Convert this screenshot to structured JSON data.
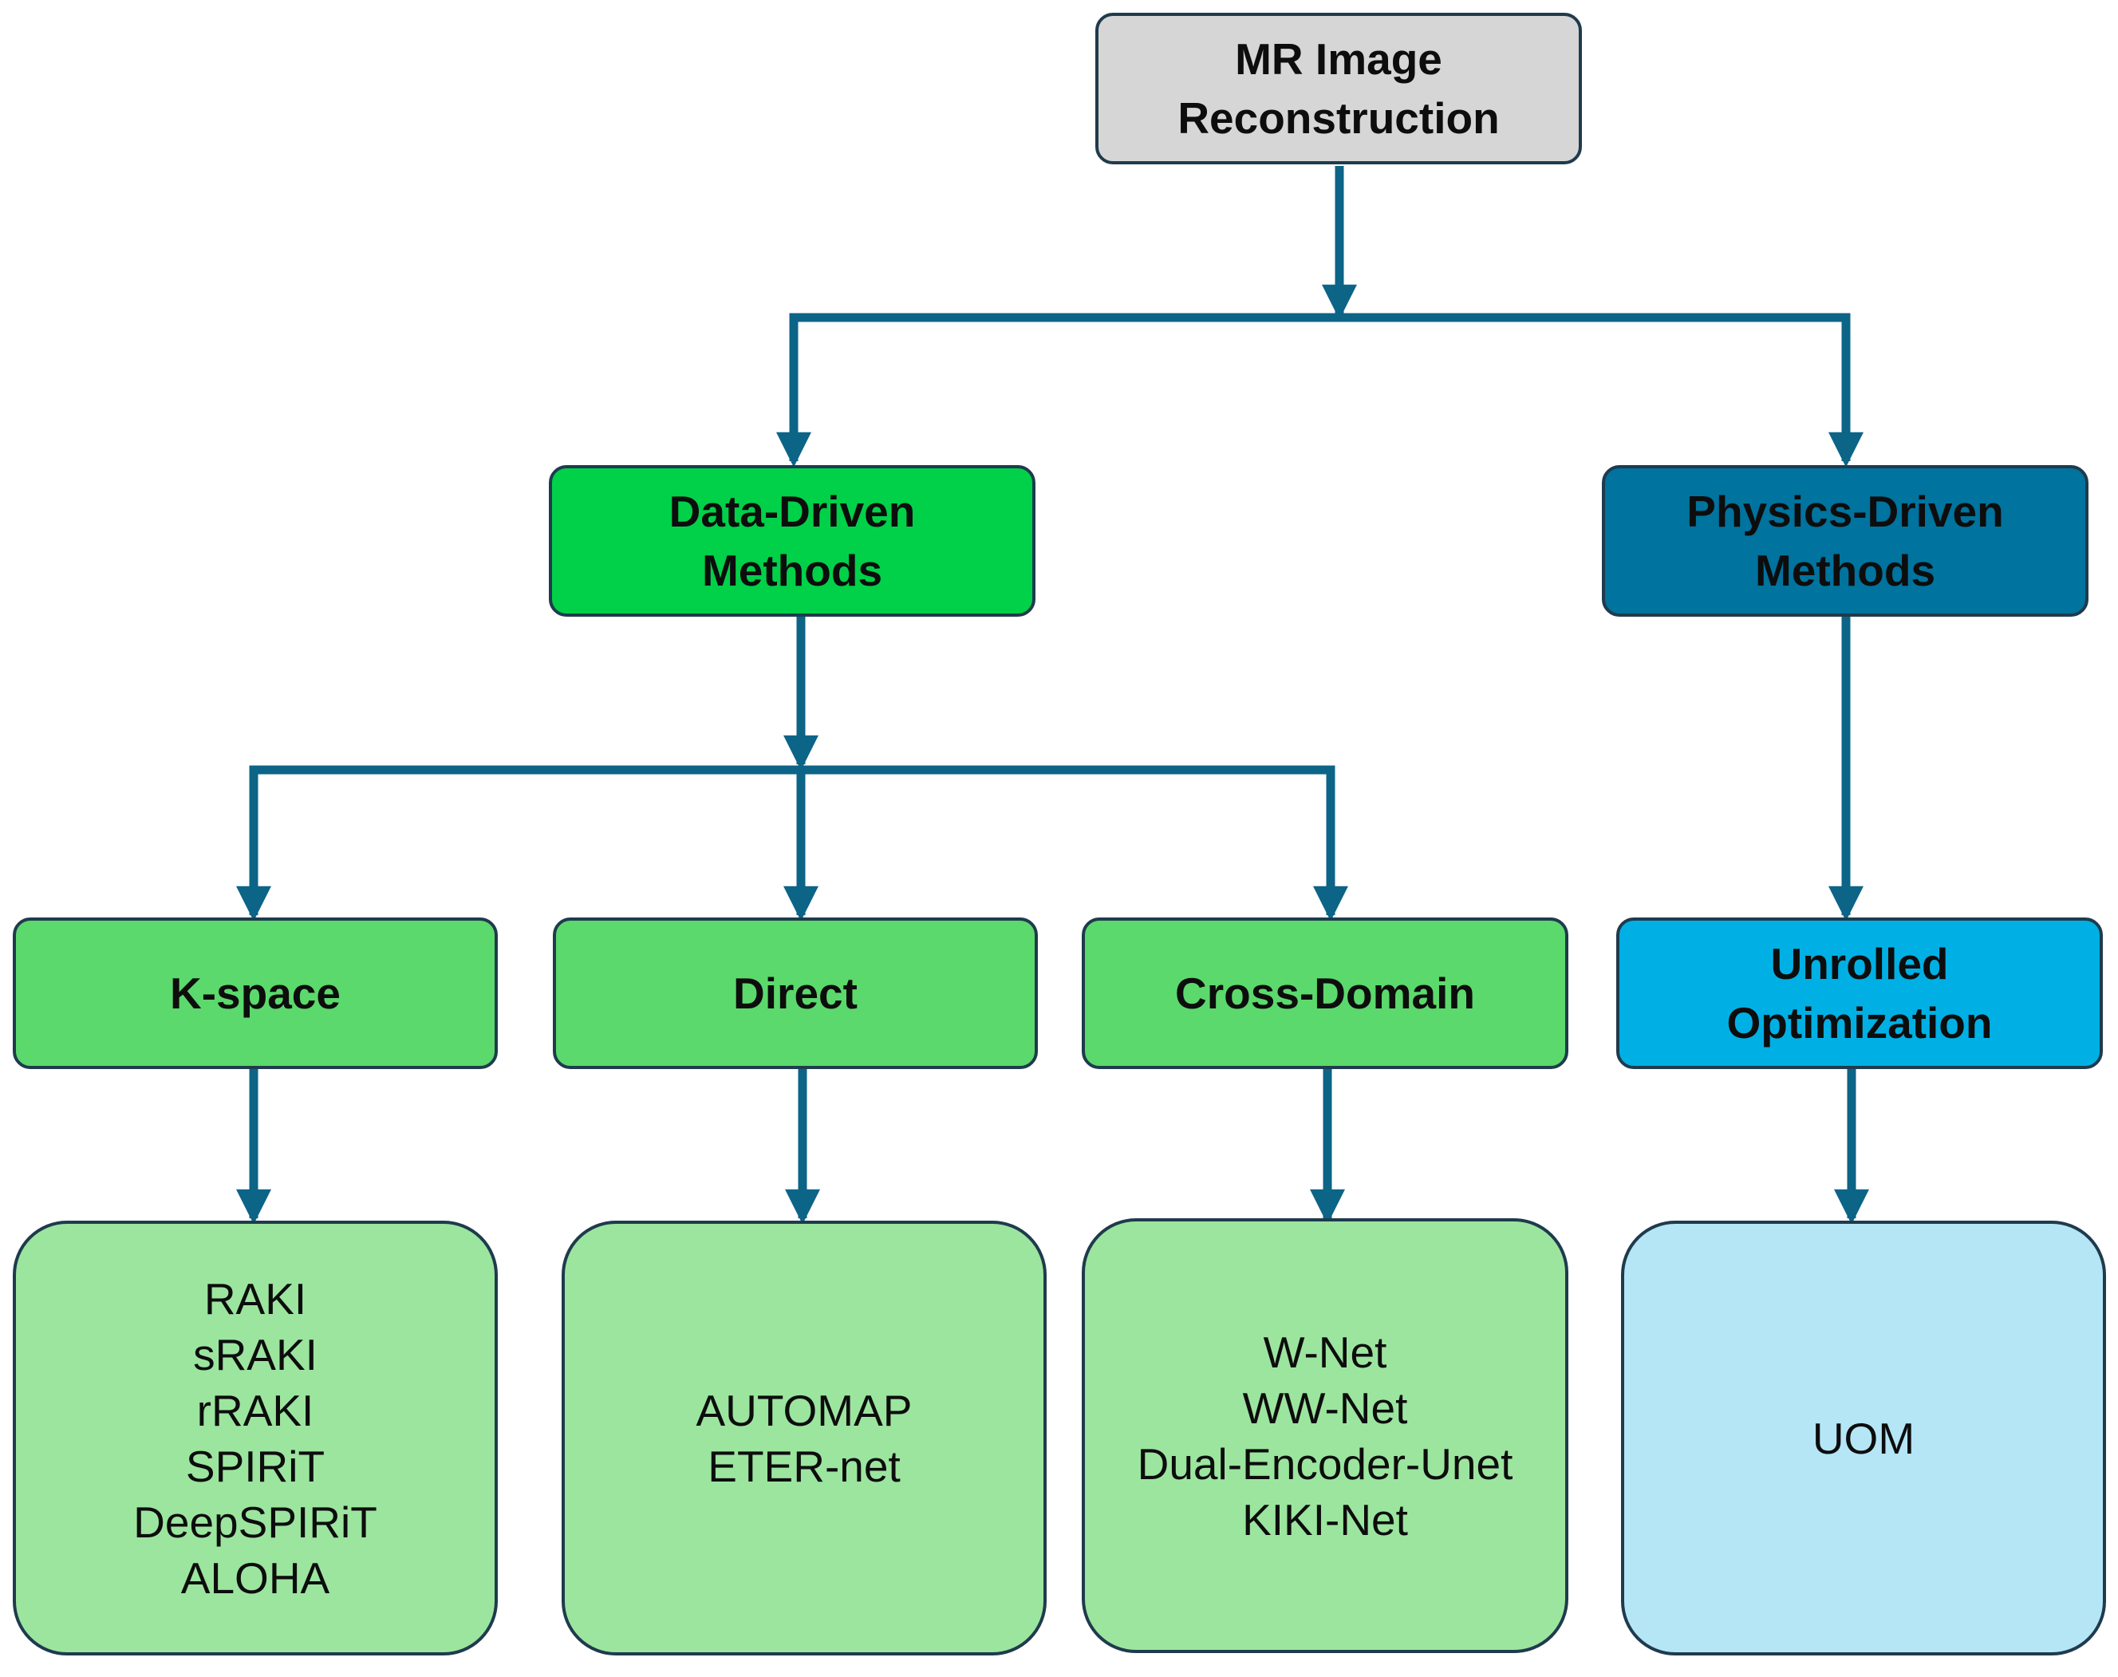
{
  "colors": {
    "connector": "#0c6487",
    "root_fill": "#d6d6d6",
    "data_driven_fill": "#00d149",
    "physics_driven_fill": "#00739e",
    "subcategory_green_fill": "#5bd96c",
    "subcategory_blue_fill": "#00b0e4",
    "leaf_green_fill": "#9ce59f",
    "leaf_blue_fill": "#b5e6f6",
    "border": "#1f3b4d"
  },
  "root": {
    "lines": [
      "MR Image",
      "Reconstruction"
    ]
  },
  "categories": {
    "data_driven": {
      "lines": [
        "Data-Driven",
        "Methods"
      ]
    },
    "physics_driven": {
      "lines": [
        "Physics-Driven",
        "Methods"
      ]
    }
  },
  "subcategories": {
    "k_space": {
      "lines": [
        "K-space"
      ]
    },
    "direct": {
      "lines": [
        "Direct"
      ]
    },
    "cross_domain": {
      "lines": [
        "Cross-Domain"
      ]
    },
    "unrolled": {
      "lines": [
        "Unrolled",
        "Optimization"
      ]
    }
  },
  "methods": {
    "k_space": [
      "RAKI",
      "sRAKI",
      "rRAKI",
      "SPIRiT",
      "DeepSPIRiT",
      "ALOHA"
    ],
    "direct": [
      "AUTOMAP",
      "ETER-net"
    ],
    "cross_domain": [
      "W-Net",
      "WW-Net",
      "Dual-Encoder-Unet",
      "KIKI-Net"
    ],
    "unrolled": [
      "UOM"
    ]
  }
}
